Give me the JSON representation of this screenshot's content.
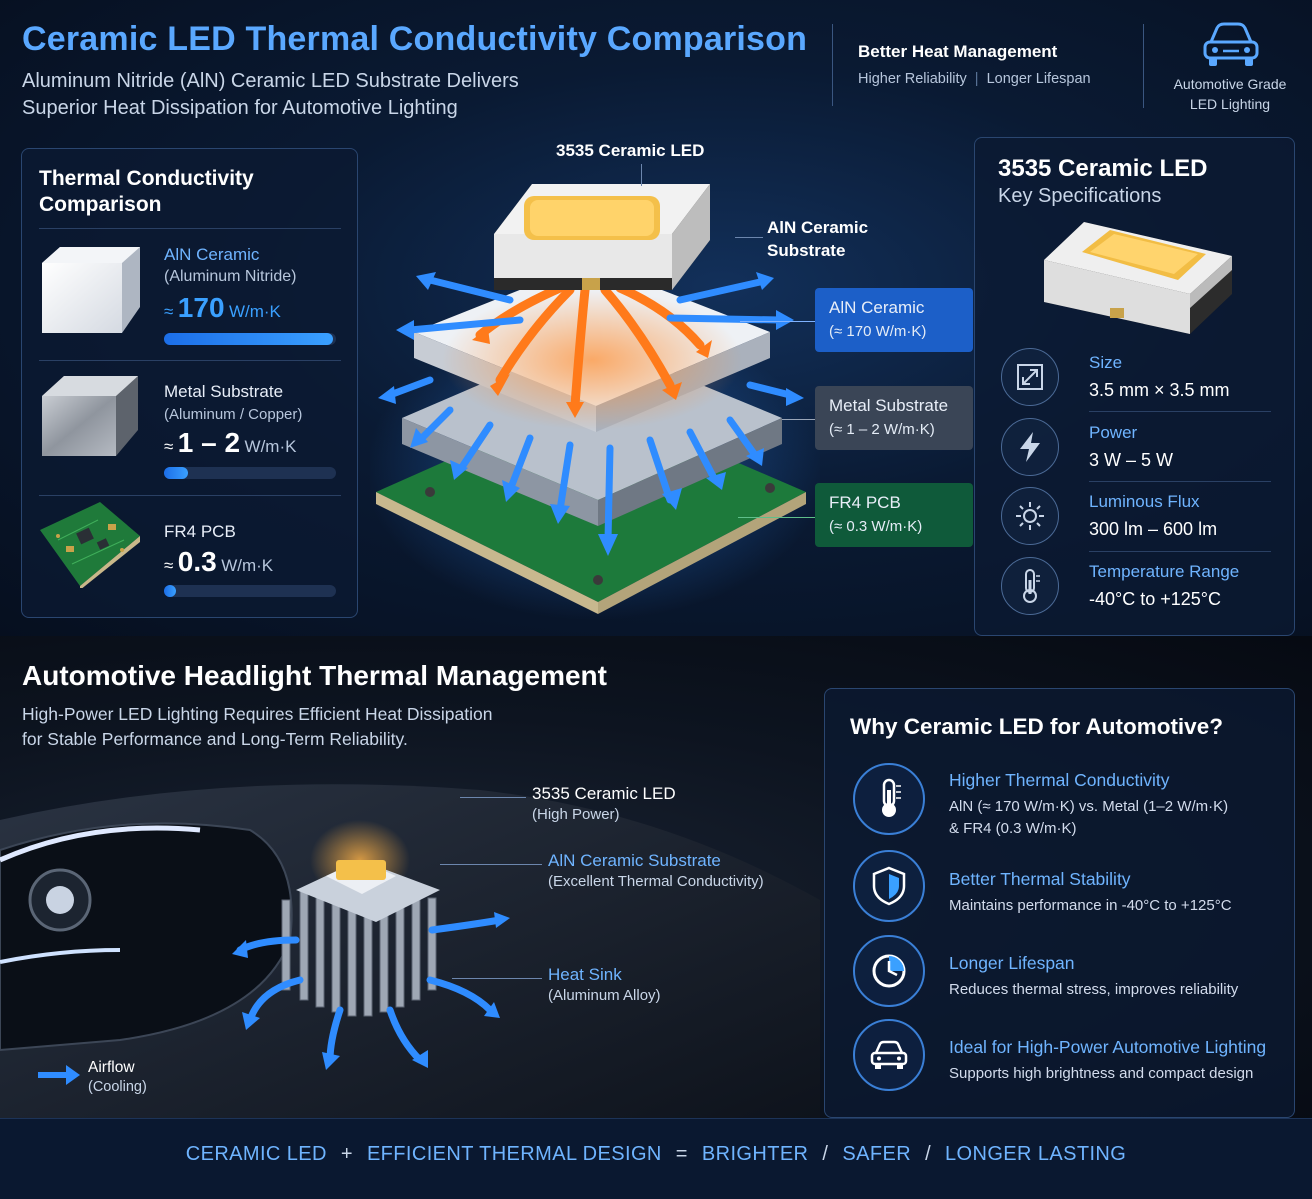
{
  "header": {
    "title": "Ceramic LED Thermal Conductivity Comparison",
    "subtitle_line1": "Aluminum Nitride (AlN) Ceramic LED Substrate Delivers",
    "subtitle_line2": "Superior Heat Dissipation for Automotive Lighting",
    "heat_mgmt_title": "Better Heat Management",
    "heat_mgmt_item1": "Higher Reliability",
    "heat_mgmt_separator": "|",
    "heat_mgmt_item2": "Longer Lifespan",
    "auto_badge_line1": "Automotive Grade",
    "auto_badge_line2": "LED Lighting",
    "auto_badge_icon": "car-icon"
  },
  "comparison": {
    "title_line1": "Thermal Conductivity",
    "title_line2": "Comparison",
    "items": [
      {
        "name": "AlN Ceramic",
        "sub": "(Aluminum Nitride)",
        "approx": "≈",
        "value": "170",
        "unit": "W/m·K",
        "fill": 0.98,
        "value_color": "#3aa0ff"
      },
      {
        "name": "Metal Substrate",
        "sub": "(Aluminum / Copper)",
        "approx": "≈",
        "value": "1 – 2",
        "unit": "W/m·K",
        "fill": 0.14,
        "value_color": "#ffffff"
      },
      {
        "name": "FR4 PCB",
        "sub": "",
        "approx": "≈",
        "value": "0.3",
        "unit": "W/m·K",
        "fill": 0.07,
        "value_color": "#ffffff"
      }
    ]
  },
  "diagram": {
    "led_label": "3535 Ceramic LED",
    "substrate_label_line1": "AlN Ceramic",
    "substrate_label_line2": "Substrate",
    "callouts": [
      {
        "name": "AlN Ceramic",
        "sub": "(≈ 170 W/m·K)",
        "color": "#1c5fc8"
      },
      {
        "name": "Metal Substrate",
        "sub": "(≈ 1 – 2 W/m·K)",
        "color": "#3a4556"
      },
      {
        "name": "FR4 PCB",
        "sub": "(≈ 0.3 W/m·K)",
        "color": "#0f5a3a"
      }
    ]
  },
  "specs": {
    "title": "3535 Ceramic LED",
    "subtitle": "Key Specifications",
    "items": [
      {
        "label": "Size",
        "value": "3.5 mm × 3.5 mm",
        "icon": "resize-icon"
      },
      {
        "label": "Power",
        "value": "3 W – 5 W",
        "icon": "lightning-icon"
      },
      {
        "label": "Luminous Flux",
        "value": "300 lm – 600 lm",
        "icon": "sun-icon"
      },
      {
        "label": "Temperature Range",
        "value": "-40°C to +125°C",
        "icon": "thermometer-icon"
      }
    ]
  },
  "headlight": {
    "title": "Automotive Headlight Thermal Management",
    "desc_line1": "High-Power LED Lighting Requires Efficient Heat Dissipation",
    "desc_line2": "for Stable Performance and Long-Term Reliability.",
    "labels": [
      {
        "name": "3535 Ceramic LED",
        "sub": "(High Power)"
      },
      {
        "name": "AlN Ceramic Substrate",
        "sub": "(Excellent Thermal Conductivity)"
      },
      {
        "name": "Heat Sink",
        "sub": "(Aluminum Alloy)"
      }
    ],
    "airflow_label": "Airflow",
    "airflow_sub": "(Cooling)"
  },
  "why": {
    "title": "Why Ceramic LED for Automotive?",
    "items": [
      {
        "title": "Higher Thermal Conductivity",
        "desc1": "AlN (≈ 170 W/m·K) vs. Metal (1–2 W/m·K)",
        "desc2": "& FR4 (0.3 W/m·K)",
        "icon": "thermometer-icon"
      },
      {
        "title": "Better Thermal Stability",
        "desc1": "Maintains performance in -40°C to +125°C",
        "desc2": "",
        "icon": "shield-icon"
      },
      {
        "title": "Longer Lifespan",
        "desc1": "Reduces thermal stress, improves reliability",
        "desc2": "",
        "icon": "clock-icon"
      },
      {
        "title": "Ideal for High-Power Automotive Lighting",
        "desc1": "Supports high brightness and compact design",
        "desc2": "",
        "icon": "car-icon"
      }
    ]
  },
  "footer": {
    "part1": "CERAMIC LED",
    "op1": "+",
    "part2": "EFFICIENT THERMAL DESIGN",
    "op2": "=",
    "part3": "BRIGHTER",
    "op3": "/",
    "part4": "SAFER",
    "op4": "/",
    "part5": "LONGER LASTING"
  }
}
